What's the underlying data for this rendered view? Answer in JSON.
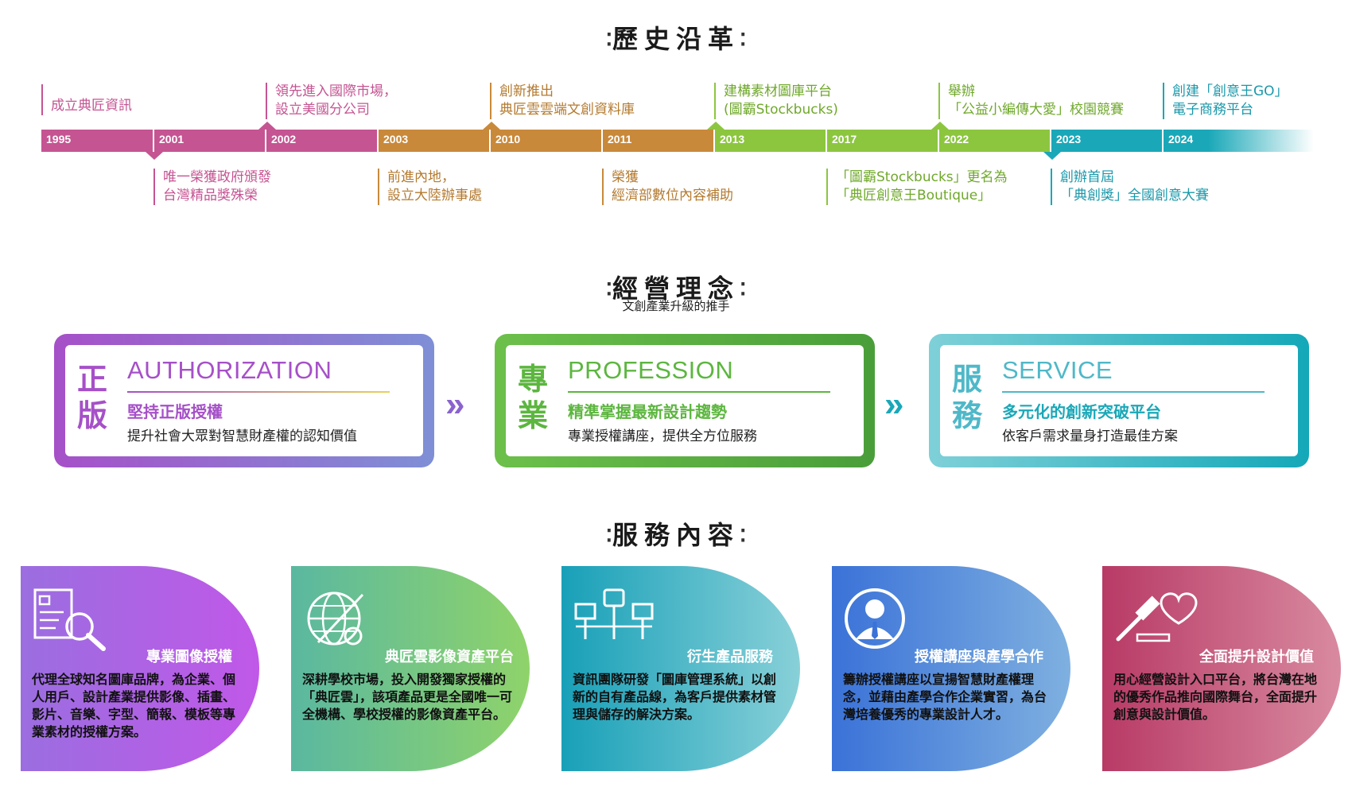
{
  "history": {
    "title": "歷史沿革",
    "events": [
      {
        "year": "1995",
        "text": [
          "成立典匠資訊"
        ]
      },
      {
        "year": "2001",
        "text": [
          "唯一榮獲政府頒發",
          "台灣精品獎殊榮"
        ]
      },
      {
        "year": "2002",
        "text": [
          "領先進入國際市場，",
          "設立美國分公司"
        ]
      },
      {
        "year": "2003",
        "text": [
          "前進內地，",
          "設立大陸辦事處"
        ]
      },
      {
        "year": "2010",
        "text": [
          "創新推出",
          "典匠雲雲端文創資料庫"
        ]
      },
      {
        "year": "2011",
        "text": [
          "榮獲",
          "經濟部數位內容補助"
        ]
      },
      {
        "year": "2013",
        "text": [
          "建構素材圖庫平台",
          "(圖霸Stockbucks)"
        ]
      },
      {
        "year": "2017",
        "text": [
          "「圖霸Stockbucks」更名為",
          "「典匠創意王Boutique」"
        ]
      },
      {
        "year": "2022",
        "text": [
          "舉辦",
          "「公益小編傳大愛」校園競賽"
        ]
      },
      {
        "year": "2023",
        "text": [
          "創辦首屆",
          "「典創獎」全國創意大賽"
        ]
      },
      {
        "year": "2024",
        "text": [
          "創建「創意王GO」",
          "電子商務平台"
        ]
      }
    ]
  },
  "philosophy": {
    "title": "經營理念",
    "subtitle": "文創產業升級的推手",
    "cards": [
      {
        "cjk1": "正",
        "cjk2": "版",
        "en": "AUTHORIZATION",
        "sub": "堅持正版授權",
        "desc": "提升社會大眾對智慧財產權的認知價值"
      },
      {
        "cjk1": "專",
        "cjk2": "業",
        "en": "PROFESSION",
        "sub": "精準掌握最新設計趨勢",
        "desc": "專業授權講座，提供全方位服務"
      },
      {
        "cjk1": "服",
        "cjk2": "務",
        "en": "SERVICE",
        "sub": "多元化的創新突破平台",
        "desc": "依客戶需求量身打造最佳方案"
      }
    ]
  },
  "services": {
    "title": "服務內容",
    "items": [
      {
        "title": "專業圖像授權",
        "desc": "代理全球知名圖庫品牌，為企業、個人用戶、設計產業提供影像、插畫、影片、音樂、字型、簡報、模板等專業素材的授權方案。"
      },
      {
        "title": "典匠雲影像資產平台",
        "desc": "深耕學校市場，投入開發獨家授權的「典匠雲」，該項產品更是全國唯一可全機構、學校授權的影像資產平台。"
      },
      {
        "title": "衍生產品服務",
        "desc": "資訊團隊研發「圖庫管理系統」以創新的自有產品線，為客戶提供素材管理與儲存的解決方案。"
      },
      {
        "title": "授權講座與產學合作",
        "desc": "籌辦授權講座以宣揚智慧財產權理念，並藉由產學合作企業實習，為台灣培養優秀的專業設計人才。"
      },
      {
        "title": "全面提升設計價值",
        "desc": "用心經營設計入口平台，將台灣在地的優秀作品推向國際舞台，全面提升創意與設計價值。"
      }
    ]
  }
}
